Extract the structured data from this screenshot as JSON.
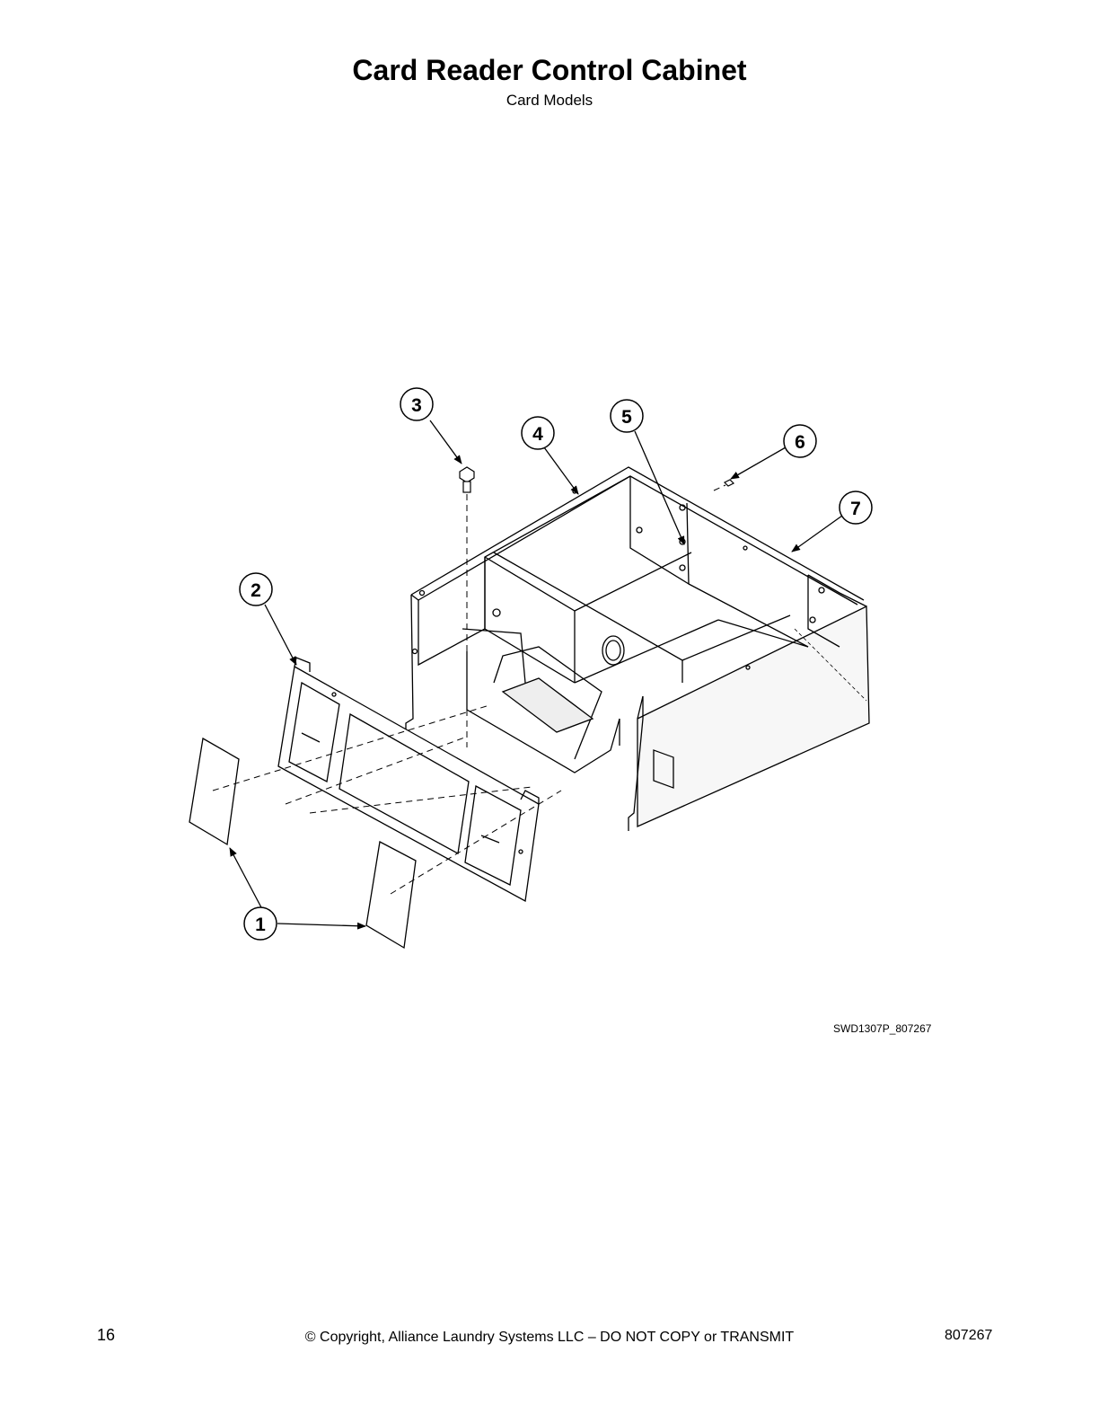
{
  "header": {
    "title": "Card Reader Control Cabinet",
    "subtitle": "Card Models"
  },
  "callouts": [
    {
      "id": "1",
      "label": "1"
    },
    {
      "id": "2",
      "label": "2"
    },
    {
      "id": "3",
      "label": "3"
    },
    {
      "id": "4",
      "label": "4"
    },
    {
      "id": "5",
      "label": "5"
    },
    {
      "id": "6",
      "label": "6"
    },
    {
      "id": "7",
      "label": "7"
    }
  ],
  "figure_code": "SWD1307P_807267",
  "footer": {
    "page_number": "16",
    "copyright": "© Copyright, Alliance Laundry Systems LLC – DO NOT COPY or TRANSMIT",
    "doc_number": "807267"
  }
}
